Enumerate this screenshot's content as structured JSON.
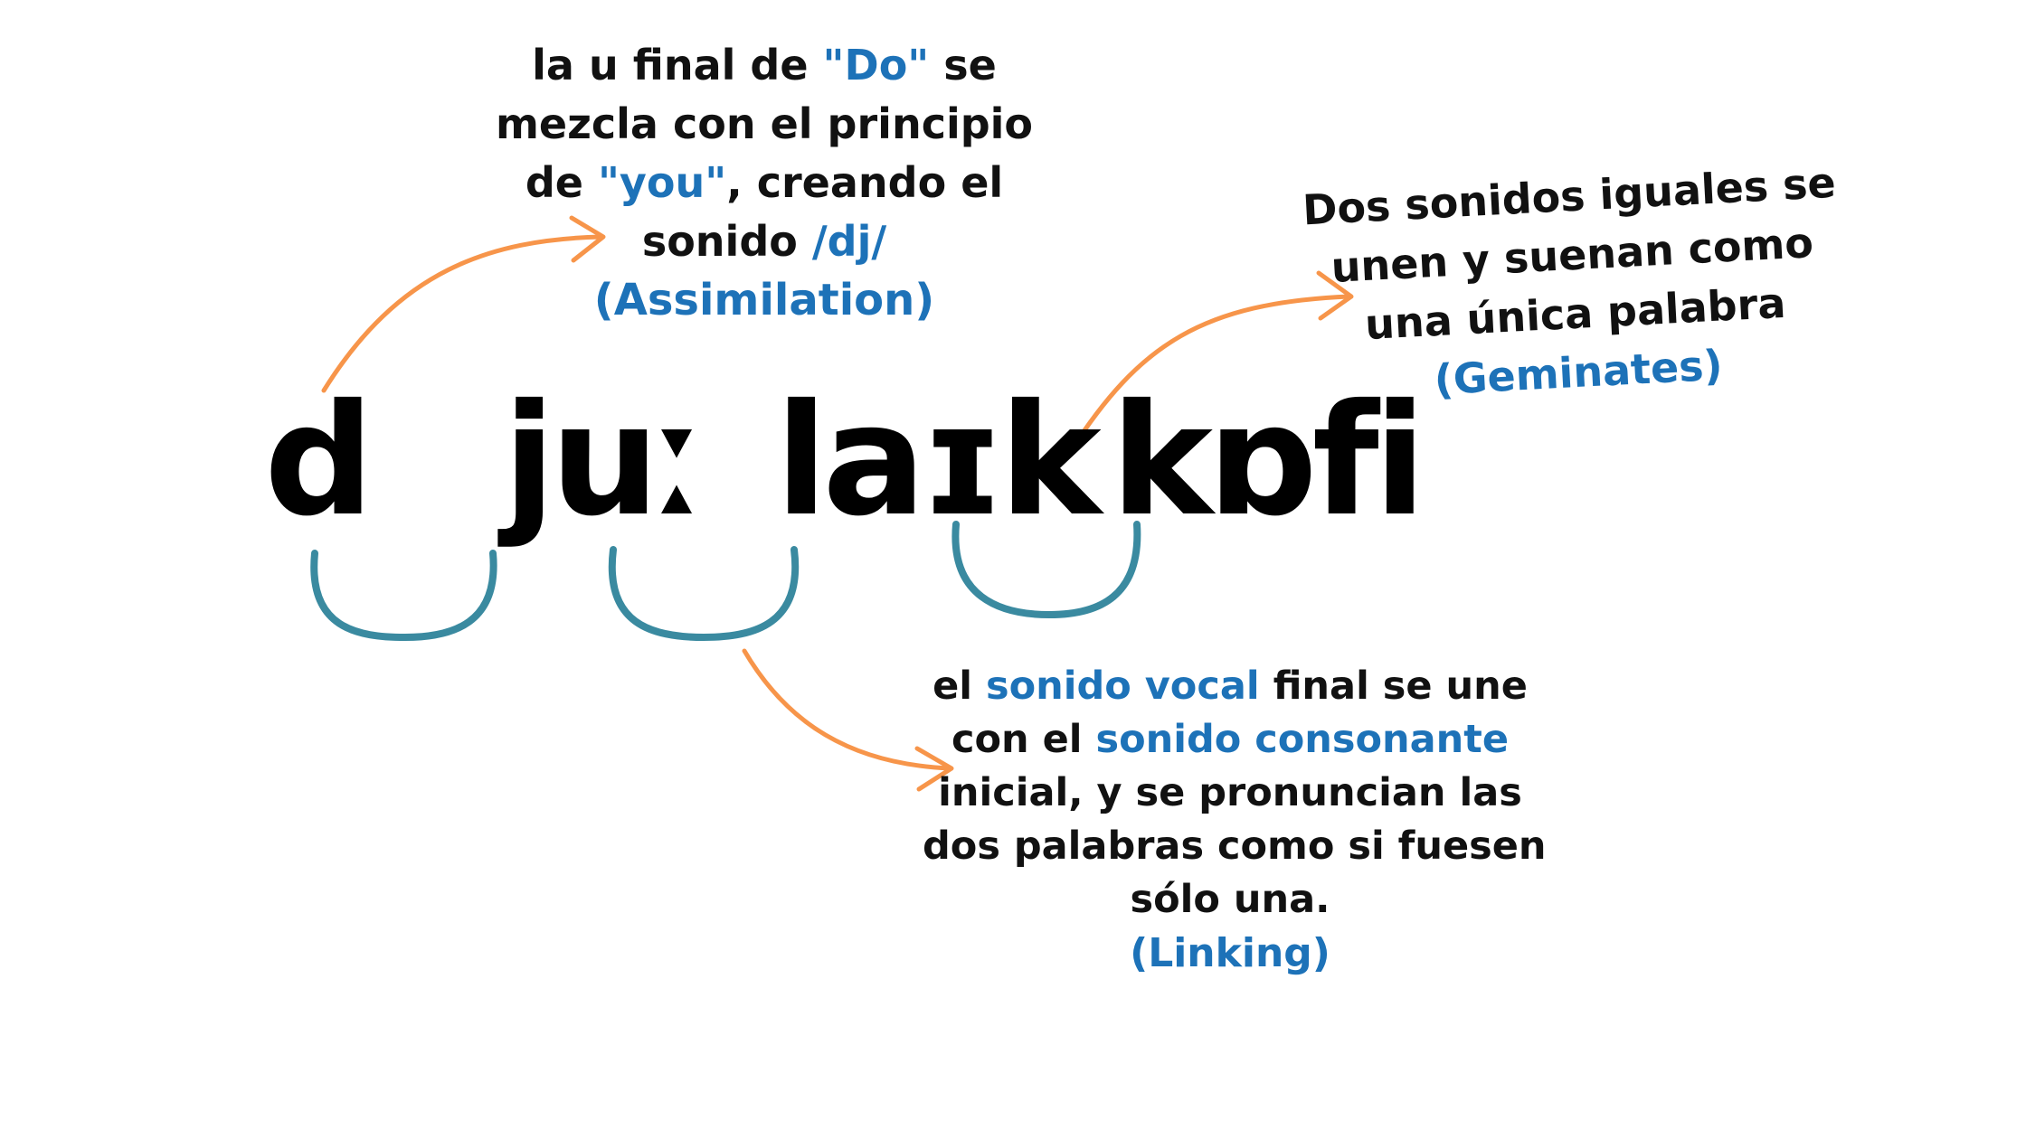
{
  "phonetic": {
    "w1": "d",
    "w2": "juː",
    "w3": "laɪk",
    "w4": "kɒfi"
  },
  "note_assimilation": {
    "l1a": "la u final de ",
    "l1b": "\"Do\"",
    "l1c": " se",
    "l2": "mezcla con el principio",
    "l3a": "de ",
    "l3b": "\"you\"",
    "l3c": ", creando el",
    "l4a": "sonido  ",
    "l4b": "/dj/",
    "tag": "(Assimilation)"
  },
  "note_geminates": {
    "l1": "Dos sonidos iguales se",
    "l2": "unen  y suenan como",
    "l3": "una única palabra",
    "tag": "(Geminates)"
  },
  "note_linking": {
    "l1a": "el ",
    "l1b": "sonido vocal",
    "l1c": " final se une",
    "l2a": "con el ",
    "l2b": "sonido consonante",
    "l3": "inicial, y se pronuncian las",
    "l4": "dos palabras como si fuesen",
    "l5": "sólo una.",
    "tag": "(Linking)"
  },
  "colors": {
    "arrow": "#f7954a",
    "link_arc": "#3a8aa0",
    "highlight": "#1d72b8",
    "text": "#111111"
  }
}
